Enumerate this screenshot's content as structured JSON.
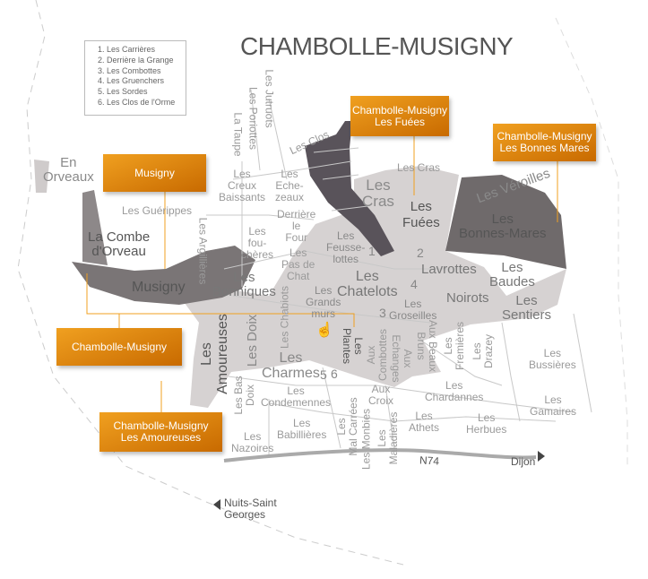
{
  "title": "CHAMBOLLE-MUSIGNY",
  "legend": [
    "1. Les Carrières",
    "2. Derrière la Grange",
    "3. Les Combottes",
    "4. Les Gruenchers",
    "5. Les Sordes",
    "6. Les Clos de l'Orme"
  ],
  "callouts": {
    "musigny": "Musigny",
    "fuees": [
      "Chambolle-Musigny",
      "Les Fuées"
    ],
    "bonnes_mares": [
      "Chambolle-Musigny",
      "Les Bonnes Mares"
    ],
    "village": "Chambolle-Musigny",
    "amoureuses": [
      "Chambolle-Musigny",
      "Les Amoureuses"
    ]
  },
  "labels": {
    "en_orveaux": "En\nOrveaux",
    "combe_orveau": "La Combe\nd'Orveau",
    "musigny": "Musigny",
    "jutruots": "Les Jutruots",
    "poriottes": "Les Poriottes",
    "taupe": "La Taupe",
    "clos": "Les Clos",
    "creux_baissants": "Les\nCreux\nBaissants",
    "echezeaux": "Les\nEche-\nzeaux",
    "guerippes": "Les Guérippes",
    "derriere_four": "Derrière\nle\nFour",
    "fouacheres": "Les\nfou-\nchères",
    "pas_de_chat": "Les\nPas de\nChat",
    "feusselottes": "Les\nFeusse-\nlottes",
    "argillieres": "Les Argillières",
    "bonniques": "Les\nBonniques",
    "chabiots": "Les Chabiots",
    "grands_murs": "Les\nGrands\nmurs",
    "cras_small": "Les Cras",
    "cras": "Les\nCras",
    "fuees": "Les\nFuées",
    "veroilles": "Les Véroilles",
    "bonnes_mares": "Les\nBonnes-Mares",
    "chatelots": "Les\nChatelots",
    "lavrottes": "Lavrottes",
    "baudes": "Les\nBaudes",
    "noirots": "Noirots",
    "sentiers": "Les\nSentiers",
    "groseilles": "Les\nGroseilles",
    "amoureuses": "Les\nAmoureuses",
    "doix": "Les Doix",
    "charmes": "Les\nCharmes",
    "plantes": "Les\nPlantes",
    "aux_combottes": "Aux\nCombottes",
    "echanges": "Aux\nEchanges",
    "aux_beaux_bruns": "Aux Beaux\nBruns",
    "fremieres": "Les\nFremières",
    "drazey": "Les\nDrazey",
    "bussieres": "Les\nBussières",
    "bas_doix": "Les Bas\nDoix",
    "condemennes": "Les\nCondemennes",
    "aux_croix": "Aux\nCroix",
    "chardannes": "Les\nChardannes",
    "gamaires": "Les\nGamaires",
    "nazoires": "Les\nNazoires",
    "babillieres": "Les\nBabillières",
    "mal_carrees": "Les\nMal Carrées",
    "monbies": "Les Monbies",
    "maladieres": "Les\nMaladières",
    "athets": "Les\nAthets",
    "herbues": "Les\nHerbues"
  },
  "numbers": [
    "1",
    "2",
    "3",
    "4",
    "5",
    "6"
  ],
  "roads": {
    "n74": "N74",
    "dijon": "Dijon",
    "nuits": "Nuits-Saint\nGeorges"
  },
  "colors": {
    "orange": "#e08a10",
    "dark_parcel": "#59535a",
    "mid_parcel": "#7a7576",
    "light_parcel": "#d6d2d2"
  }
}
